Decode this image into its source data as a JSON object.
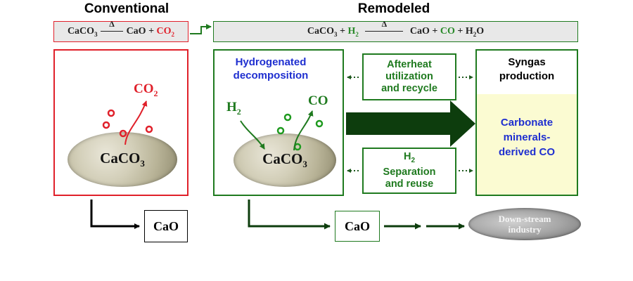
{
  "headings": {
    "conventional": "Conventional",
    "remodeled": "Remodeled"
  },
  "equations": {
    "conventional": {
      "reactant": "CaCO",
      "reactant_sub": "3",
      "heat_symbol": "Δ",
      "product": "CaO +",
      "gas": "CO",
      "gas_sub": "2"
    },
    "remodeled": {
      "reactant": "CaCO",
      "reactant_sub": "3",
      "plus1": "+",
      "h2": "H",
      "h2_sub": "2",
      "heat_symbol": "Δ",
      "product": "CaO +",
      "co": "CO",
      "plus2": "+",
      "water": "H",
      "water_sub": "2",
      "water_tail": "O"
    }
  },
  "conventional_panel": {
    "gas_label": "CO",
    "gas_sub": "2",
    "rock": "CaCO",
    "rock_sub": "3"
  },
  "hydrogenated_panel": {
    "title_line1": "Hydrogenated",
    "title_line2": "decomposition",
    "h2_label": "H",
    "h2_sub": "2",
    "co_label": "CO",
    "rock": "CaCO",
    "rock_sub": "3"
  },
  "afterheat_box": {
    "line1": "Afterheat",
    "line2": "utilization",
    "line3": "and recycle"
  },
  "separation_box": {
    "line1": "H",
    "line1_sub": "2",
    "line2": "Separation",
    "line3": "and reuse"
  },
  "syngas_panel": {
    "title_line1": "Syngas",
    "title_line2": "production",
    "body_line1": "Carbonate",
    "body_line2": "minerals-",
    "body_line3": "derived CO"
  },
  "outputs": {
    "cao_conventional": "CaO",
    "cao_remodeled": "CaO",
    "downstream_line1": "Down-stream",
    "downstream_line2": "industry"
  },
  "colors": {
    "red": "#e0202a",
    "green": "#1f7a1f",
    "dark_green": "#0d3d0d",
    "blue": "#1f2fd0",
    "syngas_fill": "#fbfbd2"
  }
}
